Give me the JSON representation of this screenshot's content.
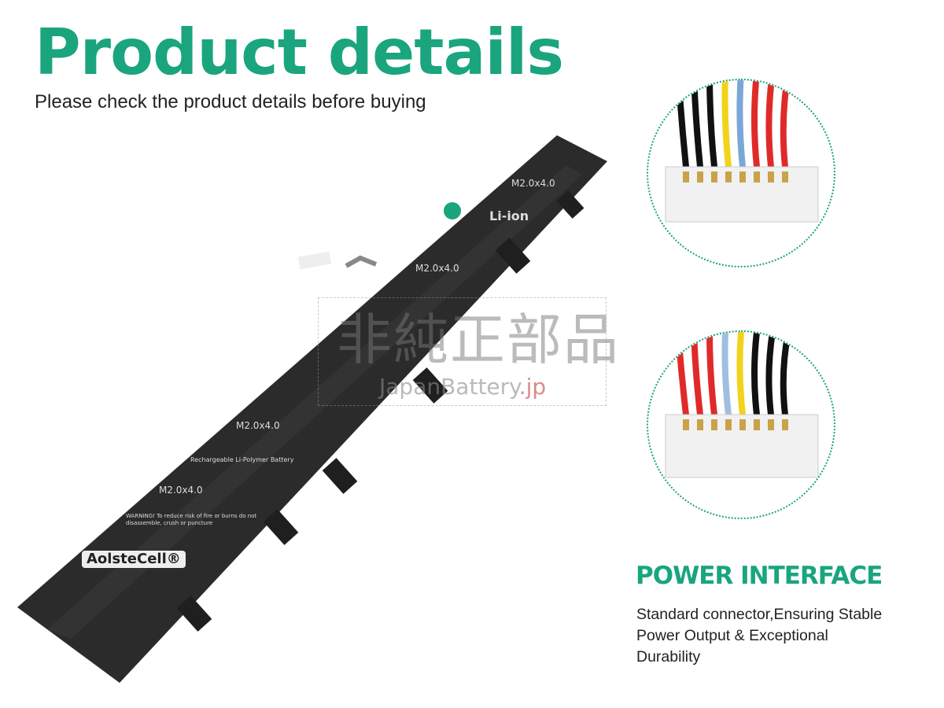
{
  "header": {
    "title": "Product details",
    "subtitle": "Please check the product details before buying"
  },
  "battery": {
    "brand": "AolsteCell®",
    "screw_label": "M2.0x4.0",
    "cell_type": "Li-ion",
    "type_text": "Rechargeable Li-Polymer Battery",
    "warning_text": "WARNING! To reduce risk of fire or burns do not disassemble, crush or puncture",
    "color": "#2b2b2b"
  },
  "watermark": {
    "text_cn": "非純正部品",
    "text_site": "JapanBattery",
    "text_tld": ".jp"
  },
  "feature": {
    "heading": "POWER INTERFACE",
    "description": "Standard connector,Ensuring Stable Power Output & Exceptional Durability"
  },
  "colors": {
    "accent": "#1aa57e"
  },
  "wires_top": [
    "#111111",
    "#111111",
    "#111111",
    "#f2d21b",
    "#7aa7d8",
    "#e02a2a",
    "#e02a2a",
    "#e02a2a"
  ],
  "wires_bottom": [
    "#e02a2a",
    "#e02a2a",
    "#e02a2a",
    "#9fbfe0",
    "#f2d21b",
    "#111111",
    "#111111",
    "#111111"
  ]
}
